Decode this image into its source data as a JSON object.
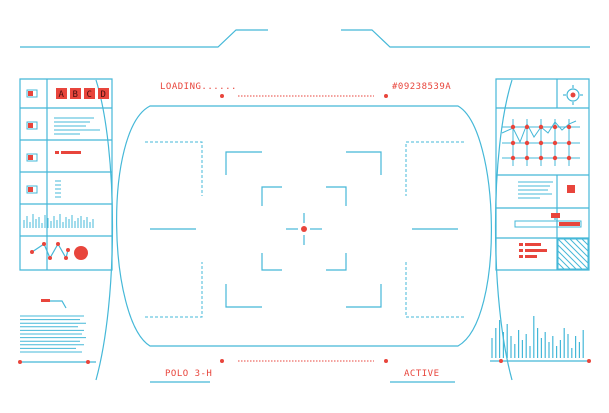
{
  "top": {
    "loading_label": "LOADING......",
    "id_code": "#09238539A"
  },
  "bottom": {
    "mode_label": "POLO 3-H",
    "status_label": "ACTIVE"
  },
  "left_panel": {
    "key_letters": [
      "A",
      "B",
      "C",
      "D"
    ]
  },
  "colors": {
    "line": "#45b8d8",
    "accent": "#e8453c",
    "background": "#ffffff"
  }
}
